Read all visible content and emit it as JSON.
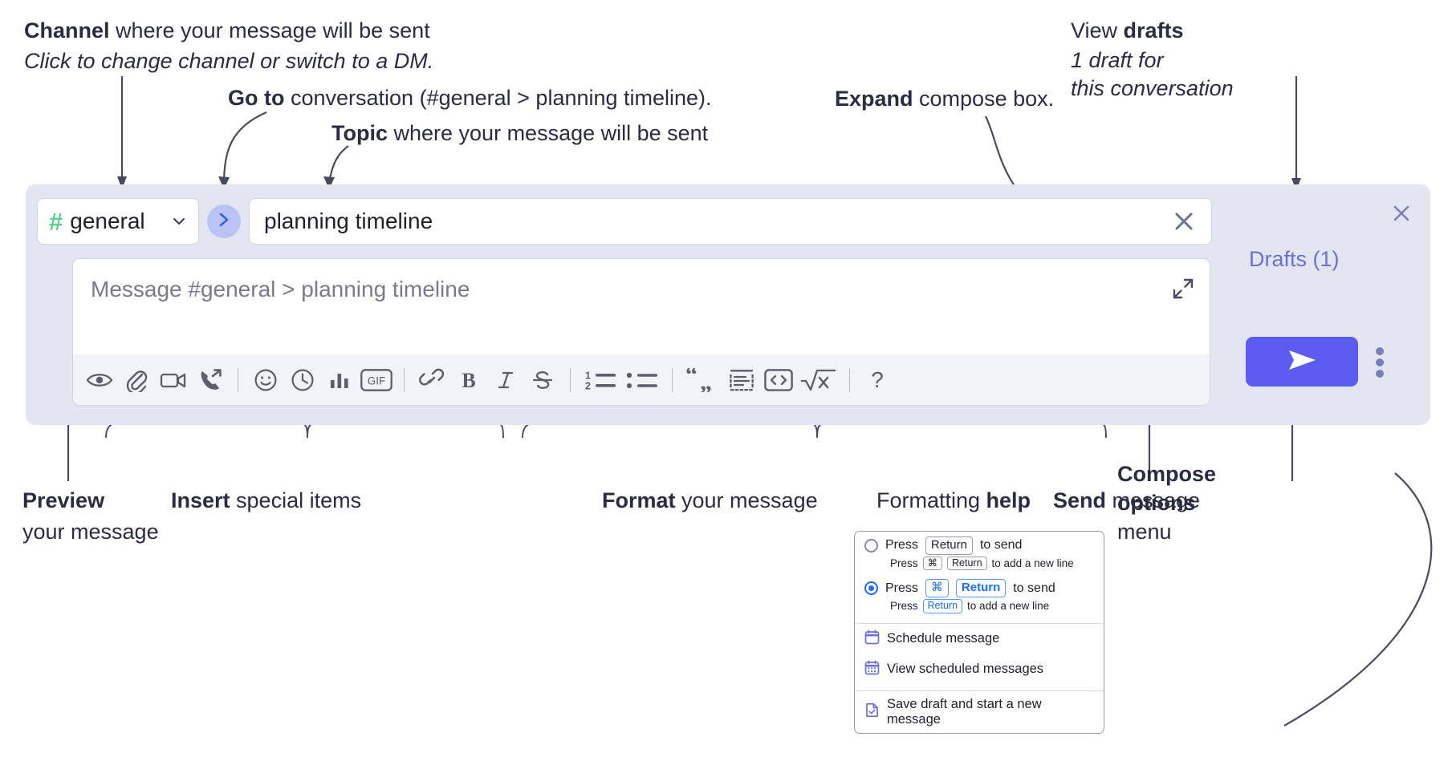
{
  "annotations": {
    "channel": {
      "bold": "Channel",
      "rest": " where your message will be sent",
      "italic": "Click to change channel or switch to a DM."
    },
    "goto": {
      "bold": "Go to",
      "rest": " conversation (#general > planning timeline)."
    },
    "topic": {
      "bold": "Topic",
      "rest": " where your message will be sent"
    },
    "expand": {
      "bold": "Expand",
      "rest": " compose box."
    },
    "drafts": {
      "plain": "View ",
      "bold": "drafts",
      "italic1": "1 draft for",
      "italic2": "this conversation"
    },
    "preview": {
      "bold": "Preview",
      "rest": "your message"
    },
    "insert": {
      "bold": "Insert",
      "rest": " special items"
    },
    "format": {
      "bold": "Format",
      "rest": " your message"
    },
    "help": {
      "plain": "Formatting ",
      "bold": "help"
    },
    "send": {
      "bold": "Send",
      "rest": " message"
    },
    "compose_options": {
      "bold1": "Compose",
      "bold2": "options",
      "rest": "menu"
    }
  },
  "compose": {
    "channel": {
      "hash": "#",
      "name": "general",
      "chevron_icon": "chevron-down-icon"
    },
    "goto_icon": "chevron-right-icon",
    "topic": {
      "value": "planning timeline",
      "clear_icon": "close-icon"
    },
    "message": {
      "placeholder": "Message #general > planning timeline",
      "expand_icon": "expand-diagonal-icon"
    },
    "drafts_label": "Drafts (1)",
    "send_icon": "send-paper-plane-icon",
    "kebab_icon": "more-options-vertical-icon",
    "panel_close_icon": "close-icon",
    "toolbar": [
      {
        "name": "preview-icon",
        "label": "Preview"
      },
      {
        "name": "attachment-paperclip-icon",
        "label": "Attach file"
      },
      {
        "name": "video-camera-icon",
        "label": "Video clip"
      },
      {
        "name": "audio-clip-phone-icon",
        "label": "Audio clip"
      },
      {
        "name": "divider",
        "label": ""
      },
      {
        "name": "emoji-smiley-icon",
        "label": "Emoji"
      },
      {
        "name": "clock-icon",
        "label": "Reminder"
      },
      {
        "name": "poll-bar-chart-icon",
        "label": "Poll"
      },
      {
        "name": "gif-icon",
        "label": "GIF"
      },
      {
        "name": "divider",
        "label": ""
      },
      {
        "name": "link-icon",
        "label": "Link"
      },
      {
        "name": "bold-icon",
        "label": "Bold"
      },
      {
        "name": "italic-icon",
        "label": "Italic"
      },
      {
        "name": "strikethrough-icon",
        "label": "Strikethrough"
      },
      {
        "name": "divider",
        "label": ""
      },
      {
        "name": "ordered-list-icon",
        "label": "Ordered list"
      },
      {
        "name": "bulleted-list-icon",
        "label": "Bulleted list"
      },
      {
        "name": "divider",
        "label": ""
      },
      {
        "name": "blockquote-icon",
        "label": "Blockquote"
      },
      {
        "name": "code-block-icon",
        "label": "Code block"
      },
      {
        "name": "inline-code-icon",
        "label": "Code"
      },
      {
        "name": "math-sqrt-icon",
        "label": "Math"
      },
      {
        "name": "divider",
        "label": ""
      },
      {
        "name": "help-question-icon",
        "label": "Formatting help"
      }
    ]
  },
  "menu": {
    "option1": {
      "pre": "Press",
      "key": "Return",
      "post": "to send",
      "selected": false,
      "sub_pre": "Press",
      "sub_key1": "⌘",
      "sub_key2": "Return",
      "sub_post": "to add a new line"
    },
    "option2": {
      "pre": "Press",
      "key1": "⌘",
      "key2": "Return",
      "post": "to send",
      "selected": true,
      "sub_pre": "Press",
      "sub_key": "Return",
      "sub_post": "to add a new line"
    },
    "items": [
      {
        "icon": "calendar-schedule-icon",
        "label": "Schedule message"
      },
      {
        "icon": "calendar-grid-icon",
        "label": "View scheduled messages"
      },
      {
        "icon": "save-draft-icon",
        "label": "Save draft and start a new message"
      }
    ]
  },
  "colors": {
    "accent_blue": "#5b5bf0",
    "link_purple": "#6c6fd4",
    "channel_green": "#5fd08a",
    "panel_bg": "#e3e5f0",
    "text_dark": "#2b2b42",
    "radio_blue": "#1a6ef5"
  }
}
